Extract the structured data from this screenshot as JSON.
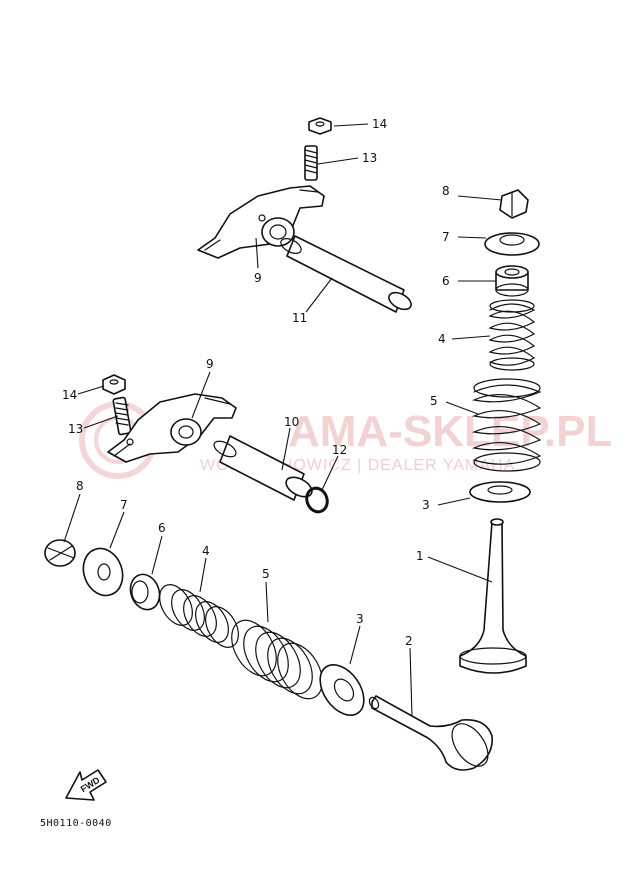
{
  "diagram": {
    "part_code": "5H0110-0040",
    "fwd_label": "FWD",
    "watermark": {
      "title": "AMA-SKLEP.PL",
      "subtitle": "WOJCIECHOWICZ | DEALER YAMAHA"
    },
    "callouts": {
      "c1": "1",
      "c2": "2",
      "c3a": "3",
      "c3b": "3",
      "c4a": "4",
      "c4b": "4",
      "c5a": "5",
      "c5b": "5",
      "c6a": "6",
      "c6b": "6",
      "c7a": "7",
      "c7b": "7",
      "c8a": "8",
      "c8b": "8",
      "c9a": "9",
      "c9b": "9",
      "c10": "10",
      "c11": "11",
      "c12": "12",
      "c13a": "13",
      "c13b": "13",
      "c14a": "14",
      "c14b": "14"
    }
  }
}
